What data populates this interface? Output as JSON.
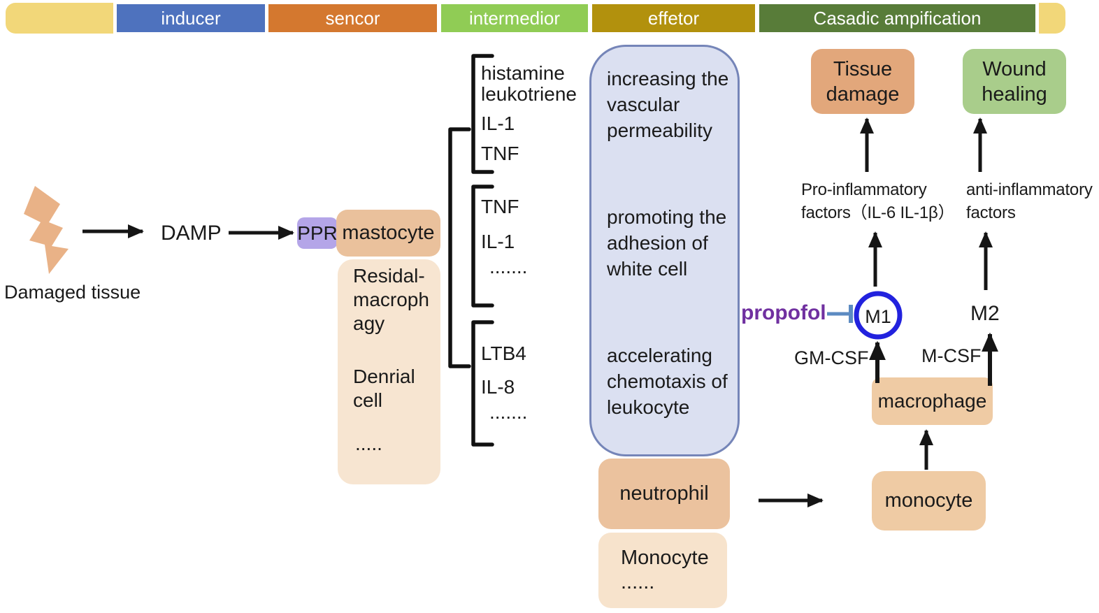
{
  "header": {
    "segments": [
      {
        "label": "",
        "color": "#F2D779"
      },
      {
        "label": "inducer",
        "color": "#4E72BE"
      },
      {
        "label": "sencor",
        "color": "#D4782F"
      },
      {
        "label": "intermedior",
        "color": "#90CC55"
      },
      {
        "label": "effetor",
        "color": "#B2910D"
      },
      {
        "label": "Casadic ampification",
        "color": "#587C39"
      },
      {
        "label": "",
        "color": "#F2D779"
      }
    ]
  },
  "inducer_stage": {
    "damaged_tissue": "Damaged tissue",
    "damp": "DAMP"
  },
  "sensor_stage": {
    "ppr": "PPR",
    "mastocyte": "mastocyte",
    "resident_macrophage": "Residal-\nmacroph\nagy",
    "dendritic_cell": "Denrial\ncell",
    "dots": "....."
  },
  "intermediator_stage": {
    "group1": [
      "histamine",
      "leukotriene",
      "IL-1",
      "TNF"
    ],
    "group2": [
      "TNF",
      "IL-1",
      "......."
    ],
    "group3": [
      "LTB4",
      "IL-8",
      "......."
    ]
  },
  "effector_stage": {
    "effects": [
      "increasing the\nvascular\npermeability",
      "promoting the\nadhesion of\nwhite cell",
      "accelerating\nchemotaxis of\nleukocyte"
    ],
    "neutrophil": "neutrophil",
    "monocyte_list": "Monocyte\n......"
  },
  "cascade_stage": {
    "tissue_damage": "Tissue\ndamage",
    "wound_healing": "Wound\nhealing",
    "pro_factors": "Pro-inflammatory\nfactors（IL-6 IL-1β）",
    "anti_factors": "anti-inflammatory\nfactors",
    "propofol": "propofol",
    "m1": "M1",
    "m2": "M2",
    "gm_csf": "GM-CSF",
    "m_csf": "M-CSF",
    "macrophage": "macrophage",
    "monocyte": "monocyte"
  },
  "colors": {
    "bolt_tan": "#E9B287",
    "tan_dark": "#EAC19C",
    "tan_light": "#F7E5D1",
    "tan_mid": "#EFCBA4",
    "tissue_orange": "#E2A77B",
    "healing_green": "#A9CD8B",
    "ppr_purple": "#B4A5E8",
    "effector_fill": "#DBE0F1",
    "effector_border": "#7585B8",
    "m1_ring": "#2222DE",
    "propofol_purple": "#7030A0",
    "inhibitor_blue": "#5C8BC2"
  }
}
